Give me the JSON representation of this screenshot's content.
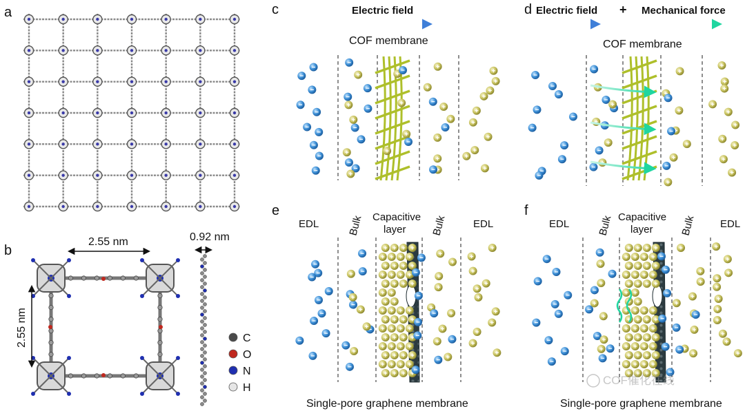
{
  "panels": {
    "a": "a",
    "b": "b",
    "c": "c",
    "d": "d",
    "e": "e",
    "f": "f"
  },
  "panel_b": {
    "dim_horizontal": "2.55 nm",
    "dim_vertical": "2.55 nm",
    "dim_thickness": "0.92 nm",
    "legend": [
      {
        "symbol": "C",
        "color": "#4a4a4a"
      },
      {
        "symbol": "O",
        "color": "#c0281e"
      },
      {
        "symbol": "N",
        "color": "#1f2fb0"
      },
      {
        "symbol": "H",
        "color": "#e6e6e6"
      }
    ]
  },
  "panel_c": {
    "arrow_label": "Electric field",
    "membrane_label": "COF membrane"
  },
  "panel_d": {
    "arrow_label_1": "Electric field",
    "plus": "+",
    "arrow_label_2": "Mechanical force",
    "membrane_label": "COF membrane"
  },
  "panel_e": {
    "region_labels": [
      "EDL",
      "Bulk",
      "Capacitive",
      "layer",
      "Bulk",
      "EDL"
    ],
    "caption": "Single-pore graphene membrane"
  },
  "panel_f": {
    "region_labels": [
      "EDL",
      "Bulk",
      "Capacitive",
      "layer",
      "Bulk",
      "EDL"
    ],
    "caption": "Single-pore graphene membrane"
  },
  "watermark": "COF催化在线",
  "colors": {
    "anion": "#3d8fd6",
    "cation": "#c9c461",
    "cof": "#aebf2a",
    "graphene": "#2a3a40",
    "electric_arrow": "#3f7fd8",
    "mechanical_arrow": "#1fd6a0"
  }
}
